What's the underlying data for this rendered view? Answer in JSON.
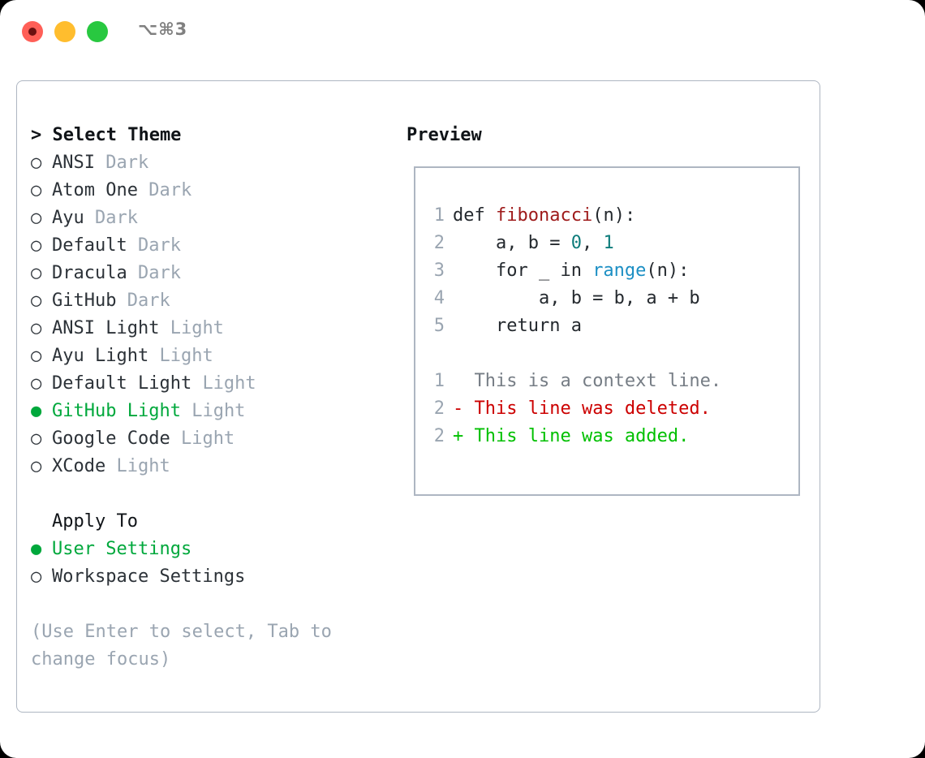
{
  "titlebar": {
    "shortcut": "⌥⌘3",
    "buttons": [
      {
        "name": "close",
        "color": "#ff5f57"
      },
      {
        "name": "minimize",
        "color": "#ffbd2e"
      },
      {
        "name": "maximize",
        "color": "#28c840"
      }
    ]
  },
  "theme_picker": {
    "header": "> Select Theme",
    "items": [
      {
        "marker": "○",
        "name": "ANSI",
        "kind": "Dark",
        "selected": false
      },
      {
        "marker": "○",
        "name": "Atom One",
        "kind": "Dark",
        "selected": false
      },
      {
        "marker": "○",
        "name": "Ayu",
        "kind": "Dark",
        "selected": false
      },
      {
        "marker": "○",
        "name": "Default",
        "kind": "Dark",
        "selected": false
      },
      {
        "marker": "○",
        "name": "Dracula",
        "kind": "Dark",
        "selected": false
      },
      {
        "marker": "○",
        "name": "GitHub",
        "kind": "Dark",
        "selected": false
      },
      {
        "marker": "○",
        "name": "ANSI Light",
        "kind": "Light",
        "selected": false
      },
      {
        "marker": "○",
        "name": "Ayu Light",
        "kind": "Light",
        "selected": false
      },
      {
        "marker": "○",
        "name": "Default Light",
        "kind": "Light",
        "selected": false
      },
      {
        "marker": "●",
        "name": "GitHub Light",
        "kind": "Light",
        "selected": true
      },
      {
        "marker": "○",
        "name": "Google Code",
        "kind": "Light",
        "selected": false
      },
      {
        "marker": "○",
        "name": "XCode",
        "kind": "Light",
        "selected": false
      }
    ]
  },
  "apply_to": {
    "header": "Apply To",
    "items": [
      {
        "marker": "●",
        "name": "User Settings",
        "selected": true
      },
      {
        "marker": "○",
        "name": "Workspace Settings",
        "selected": false
      }
    ]
  },
  "hint": {
    "line1": "(Use Enter to select, Tab to",
    "line2": "change focus)"
  },
  "preview": {
    "title": "Preview",
    "code_lines": [
      {
        "num": "1",
        "segments": [
          {
            "t": "def ",
            "c": "plain"
          },
          {
            "t": "fibonacci",
            "c": "fn"
          },
          {
            "t": "(n):",
            "c": "plain"
          }
        ]
      },
      {
        "num": "2",
        "segments": [
          {
            "t": "    a, b = ",
            "c": "plain"
          },
          {
            "t": "0",
            "c": "num"
          },
          {
            "t": ", ",
            "c": "plain"
          },
          {
            "t": "1",
            "c": "num"
          }
        ]
      },
      {
        "num": "3",
        "segments": [
          {
            "t": "    for _ in ",
            "c": "plain"
          },
          {
            "t": "range",
            "c": "call"
          },
          {
            "t": "(n):",
            "c": "plain"
          }
        ]
      },
      {
        "num": "4",
        "segments": [
          {
            "t": "        a, b = b, a + b",
            "c": "plain"
          }
        ]
      },
      {
        "num": "5",
        "segments": [
          {
            "t": "    return a",
            "c": "plain"
          }
        ]
      }
    ],
    "diff_lines": [
      {
        "num": "1",
        "sign": "  ",
        "text": "This is a context line.",
        "kind": "ctx"
      },
      {
        "num": "2",
        "sign": "- ",
        "text": "This line was deleted.",
        "kind": "del"
      },
      {
        "num": "2",
        "sign": "+ ",
        "text": "This line was added.",
        "kind": "add"
      }
    ]
  },
  "colors": {
    "accent_green": "#00a83c",
    "muted": "#9aa5b1",
    "border": "#aeb6c2",
    "code_fn": "#9e1a1a",
    "code_num": "#0e7c7b",
    "code_call": "#1c8fc4",
    "diff_del": "#cc0000",
    "diff_add": "#00c000"
  }
}
